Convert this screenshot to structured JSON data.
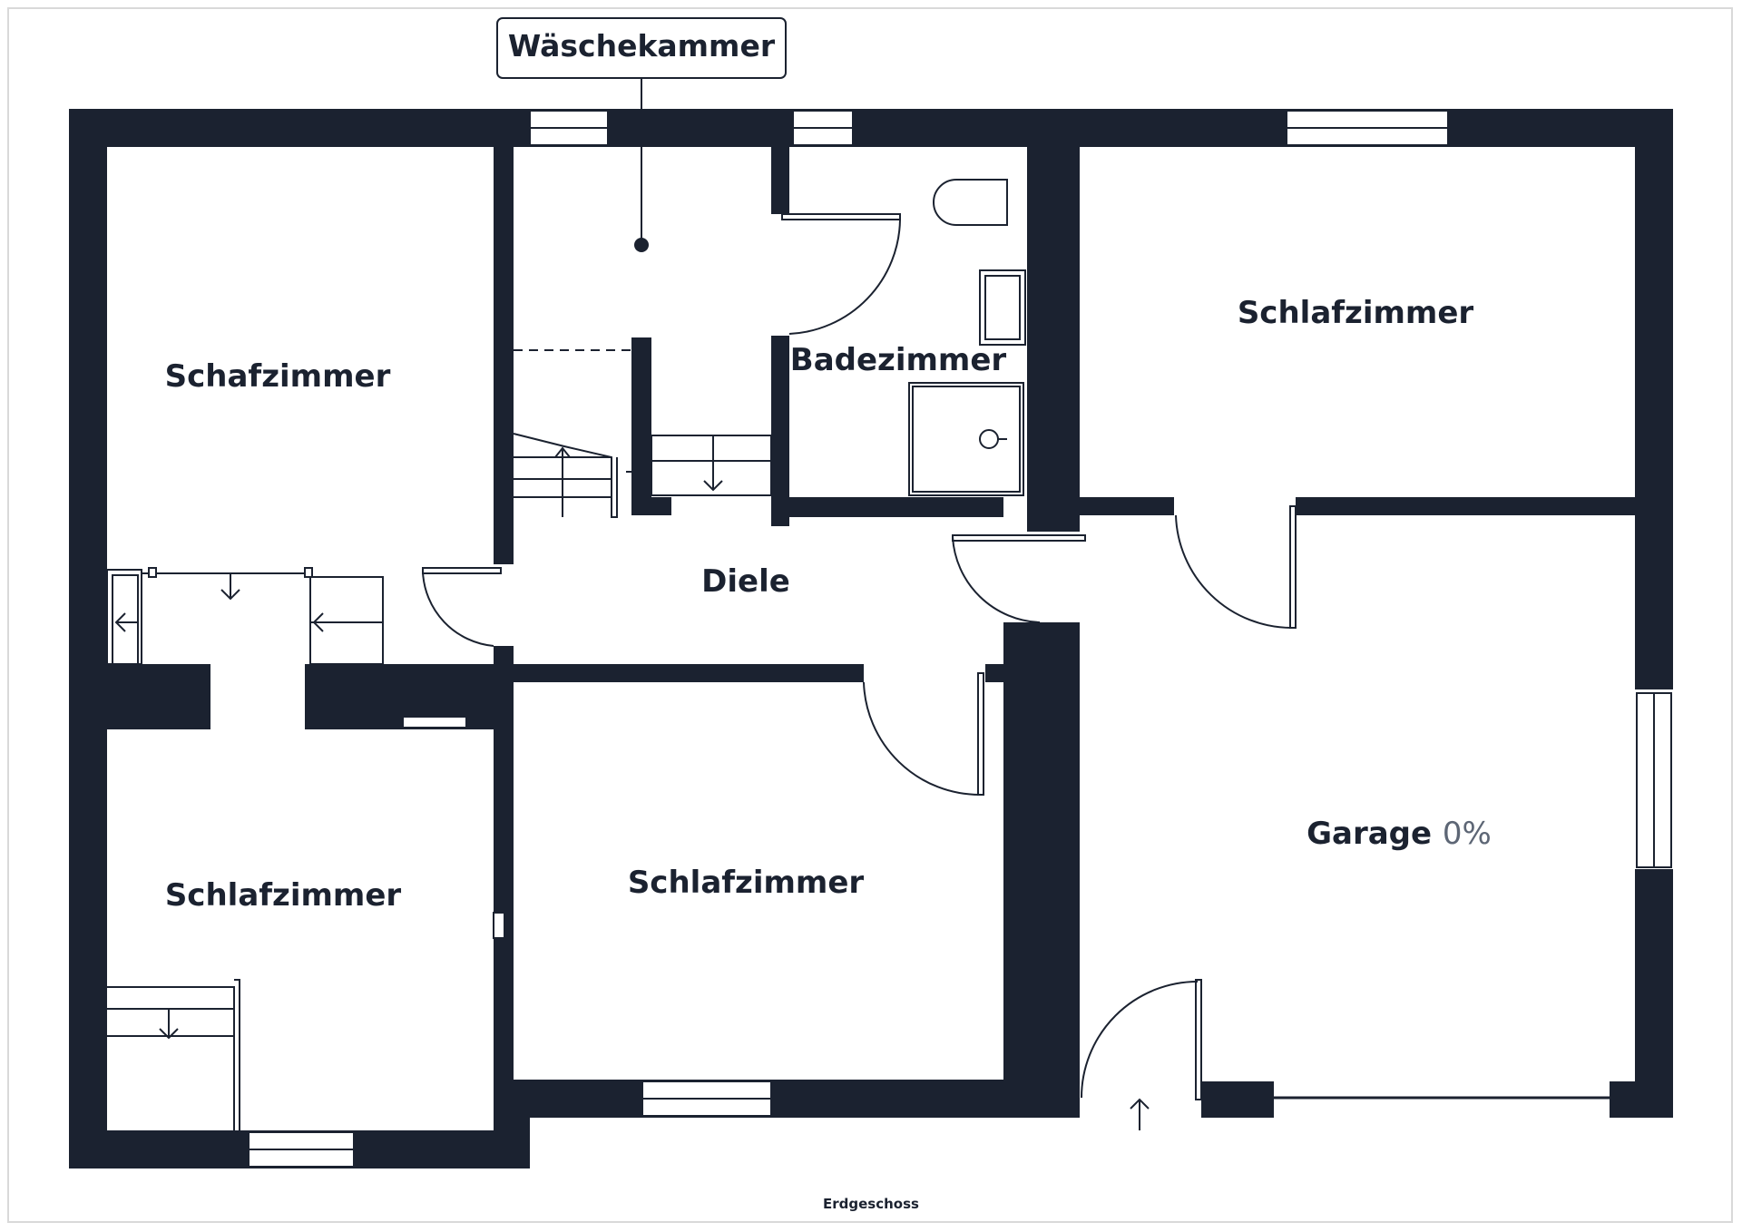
{
  "plan": {
    "caption": "Erdgeschoss",
    "wall_color": "#1b2230",
    "callout": {
      "label": "Wäschekammer"
    },
    "rooms": {
      "schafzimmer": "Schafzimmer",
      "badezimmer": "Badezimmer",
      "schlafzimmer_ne": "Schlafzimmer",
      "diele": "Diele",
      "schlafzimmer_sw": "Schlafzimmer",
      "schlafzimmer_s": "Schlafzimmer",
      "garage": "Garage",
      "garage_pct": "0%"
    }
  }
}
